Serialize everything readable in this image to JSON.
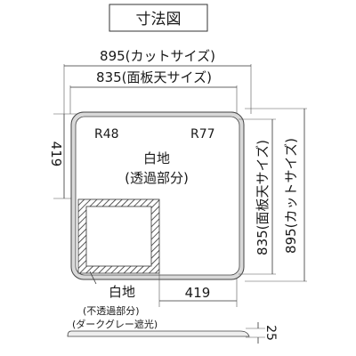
{
  "title": "寸法図",
  "dimensions": {
    "cut_size_width": "895(カットサイズ)",
    "face_plate_width": "835(面板天サイズ)",
    "face_plate_height": "835(面板天サイズ)",
    "cut_size_height": "895(カットサイズ)",
    "left_height": "419",
    "bottom_width": "419",
    "thickness": "25"
  },
  "radii": {
    "left": "R48",
    "right": "R77"
  },
  "regions": {
    "translucent_title": "白地",
    "translucent_note": "(透過部分)",
    "opaque_title": "白地",
    "opaque_note_1": "(不透過部分)",
    "opaque_note_2": "(ダークグレー遮光)"
  },
  "colors": {
    "panel_fill": "#ffffff",
    "panel_stroke": "#444444",
    "frame_fill": "#d9d9d9",
    "hatch": "#333333",
    "line": "#333333"
  }
}
